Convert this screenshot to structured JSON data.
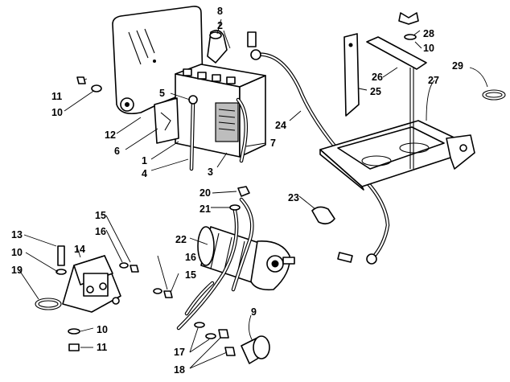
{
  "diagram": {
    "callouts": {
      "c1": "1",
      "c2": "2",
      "c3": "3",
      "c4": "4",
      "c5": "5",
      "c6": "6",
      "c7": "7",
      "c8": "8",
      "c9": "9",
      "c10a": "10",
      "c10b": "10",
      "c10c": "10",
      "c10d": "10",
      "c11a": "11",
      "c11b": "11",
      "c12": "12",
      "c13": "13",
      "c14": "14",
      "c15a": "15",
      "c15b": "15",
      "c16a": "16",
      "c16b": "16",
      "c17": "17",
      "c18": "18",
      "c19": "19",
      "c20": "20",
      "c21": "21",
      "c22": "22",
      "c23": "23",
      "c24": "24",
      "c25": "25",
      "c26": "26",
      "c27": "27",
      "c28": "28",
      "c29": "29"
    }
  }
}
